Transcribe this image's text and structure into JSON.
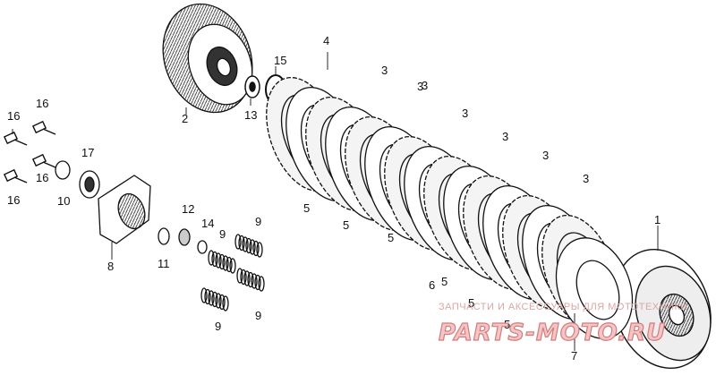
{
  "diagram": {
    "callouts": [
      "1",
      "2",
      "3",
      "3",
      "3",
      "3",
      "3",
      "3",
      "3",
      "4",
      "5",
      "5",
      "5",
      "5",
      "5",
      "5",
      "6",
      "7",
      "8",
      "9",
      "9",
      "9",
      "9",
      "10",
      "11",
      "12",
      "13",
      "14",
      "15",
      "16",
      "16",
      "16",
      "16",
      "17"
    ]
  },
  "watermark": {
    "line": "ЗАПЧАСТИ И АКСЕССУАРЫ ДЛЯ МОТОТЕХНИКИ",
    "brand": "PARTS-MOTO.RU",
    "color": "#e07a7a"
  }
}
